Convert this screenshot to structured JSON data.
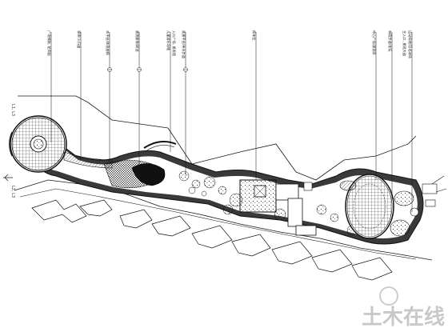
{
  "drawing": {
    "line_color": "#1a1a1a",
    "hatch_color": "#444444",
    "callouts": [
      "广场铺装, 花岗岩",
      "草坪/人行道",
      "木平台/休息座椅",
      "景观树阵/树池",
      "儿童游乐场地",
      "入口广场, 景观墙",
      "观景平台/亲水步道",
      "停车位",
      "中心广场/景观亭",
      "林荫步道/花坛",
      "主入口, 景观大道",
      "运动场地/羽毛球场"
    ],
    "edge_labels": {
      "left_top": "L1, L3",
      "left_bottom": "L2, L3"
    },
    "watermark": "土木在线"
  }
}
